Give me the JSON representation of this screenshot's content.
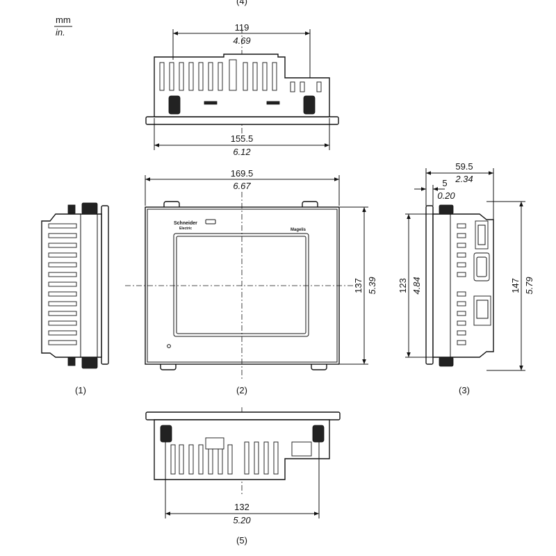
{
  "units": {
    "metric": "mm",
    "imperial": "in."
  },
  "views": [
    {
      "id": "1",
      "label": "(1)"
    },
    {
      "id": "2",
      "label": "(2)"
    },
    {
      "id": "3",
      "label": "(3)"
    },
    {
      "id": "4",
      "label": "(4)"
    },
    {
      "id": "5",
      "label": "(5)"
    }
  ],
  "dimensions": {
    "top_inner_width": {
      "mm": "119",
      "in": "4.69"
    },
    "top_outer_width": {
      "mm": "155.5",
      "in": "6.12"
    },
    "front_width": {
      "mm": "169.5",
      "in": "6.67"
    },
    "front_height": {
      "mm": "137",
      "in": "5.39"
    },
    "side_depth": {
      "mm": "59.5",
      "in": "2.34"
    },
    "side_bezel": {
      "mm": "5",
      "in": "0.20"
    },
    "side_inner_height": {
      "mm": "123",
      "in": "4.84"
    },
    "side_outer_height": {
      "mm": "147",
      "in": "5.79"
    },
    "bottom_width": {
      "mm": "132",
      "in": "5.20"
    }
  },
  "front_panel": {
    "brand": "Schneider Electric",
    "model": "Magelis"
  }
}
